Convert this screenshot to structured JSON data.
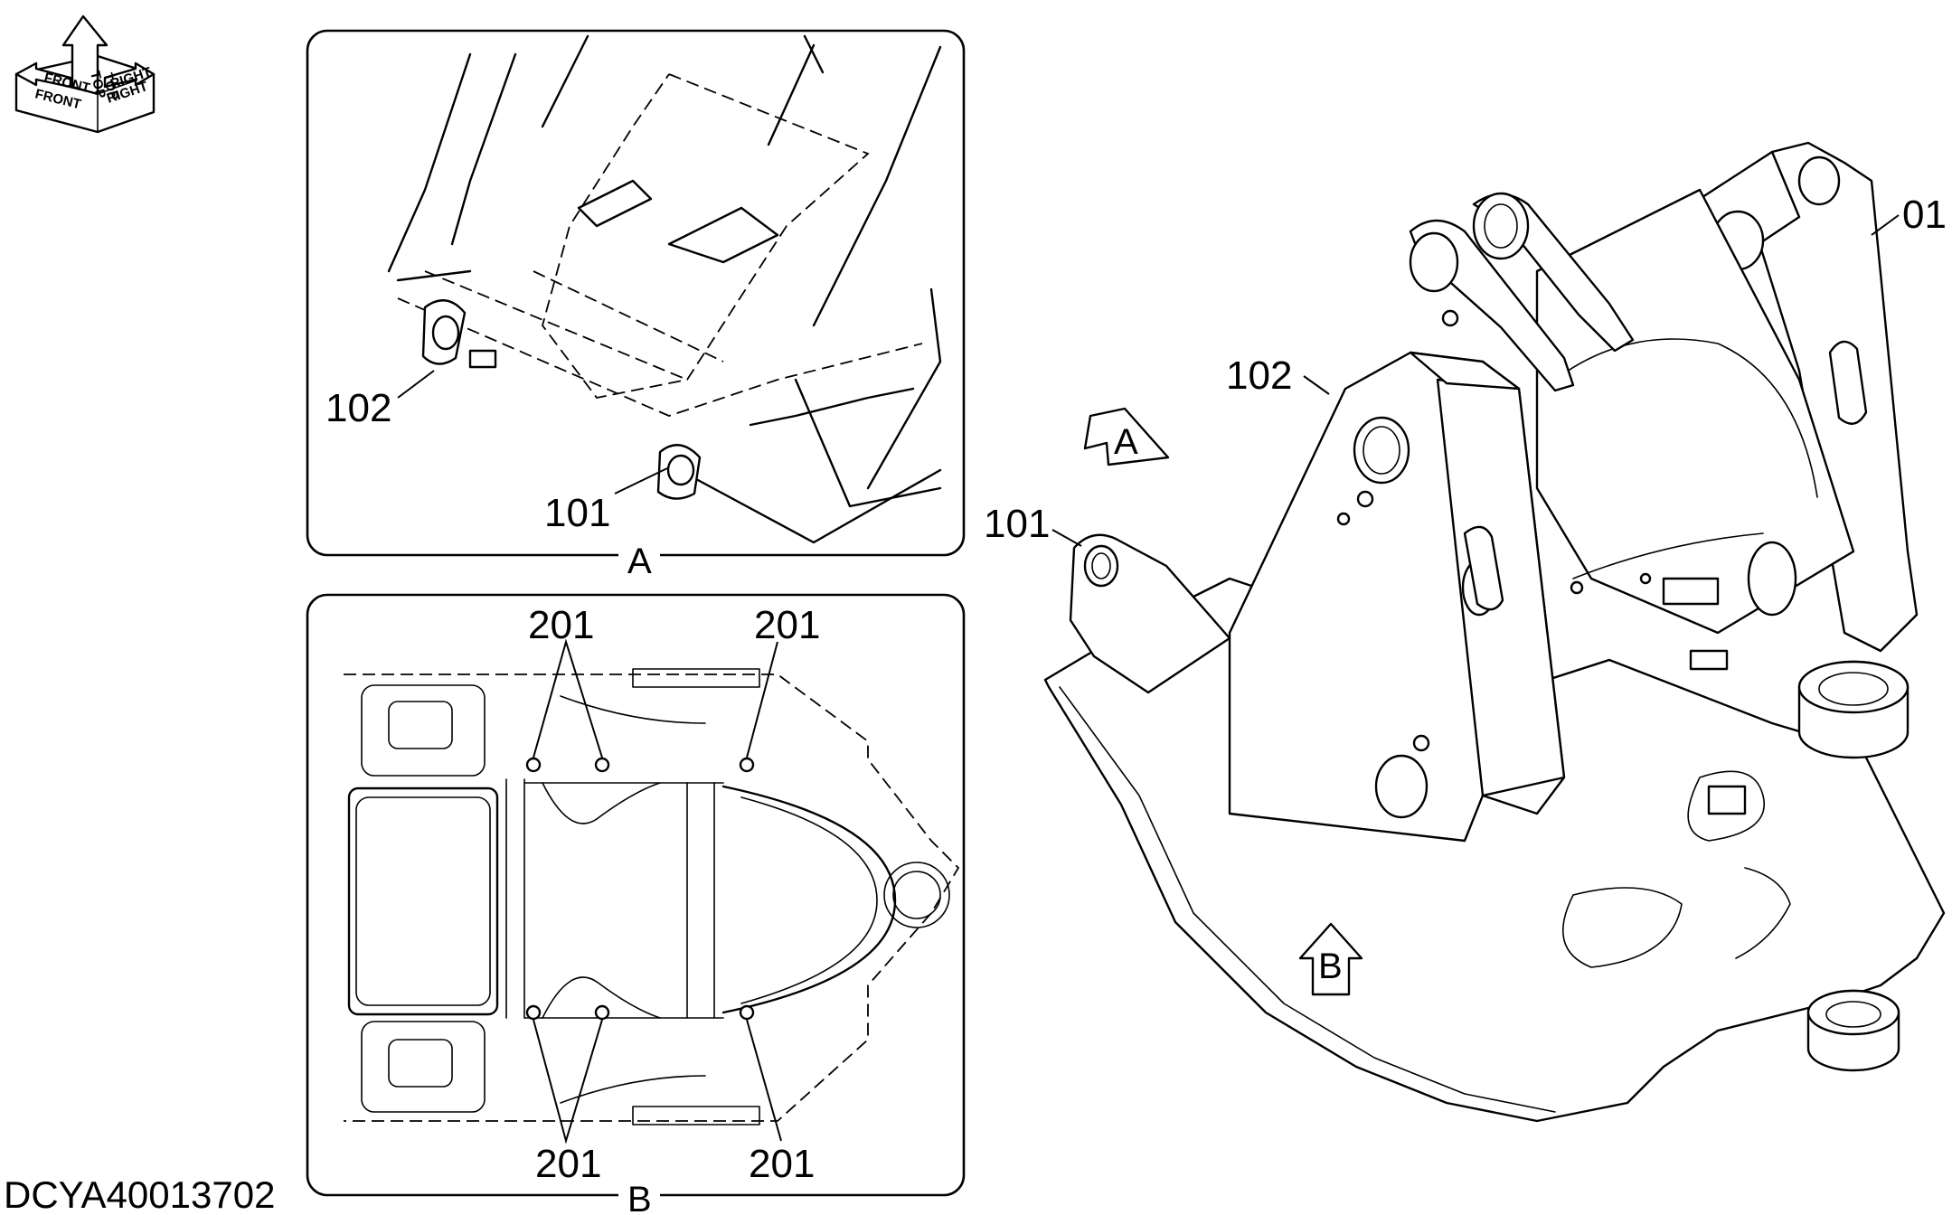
{
  "orientation": {
    "front": "FRONT",
    "top": "TOP",
    "right": "RIGHT",
    "front_mirror": "FRONT",
    "top_mirror": "TOP",
    "right_mirror": "RIGHT"
  },
  "views": {
    "a": {
      "label": "A",
      "callouts": [
        "102",
        "101"
      ]
    },
    "b": {
      "label": "B",
      "callouts": [
        "201",
        "201",
        "201",
        "201"
      ]
    }
  },
  "main": {
    "callouts": [
      "01",
      "102",
      "101"
    ],
    "arrow_a": "A",
    "arrow_b": "B"
  },
  "drawing_id": "DCYA40013702"
}
